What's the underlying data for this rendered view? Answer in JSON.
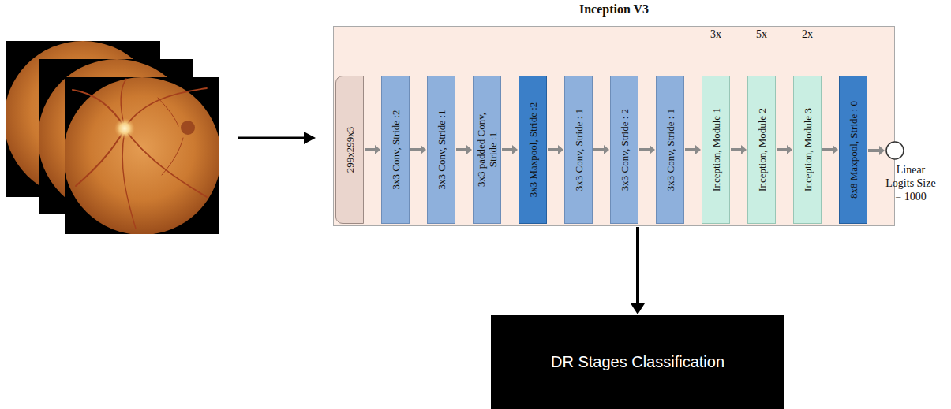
{
  "diagram": {
    "nodes": [
      {
        "text": [
          "Inception V3"
        ]
      },
      {
        "text": [
          "299x299x3"
        ],
        "in": 0
      },
      {
        "text": [
          "3x3 Conv, Stride :2"
        ],
        "in": 0
      },
      {
        "text": [
          "3x3 Conv, Stride :1"
        ],
        "in": 0
      },
      {
        "text": [
          "3x3 padded Conv, Stride :1"
        ],
        "in": 0
      },
      {
        "text": [
          "3x3 Maxpool, Stride :2"
        ],
        "in": 0
      },
      {
        "text": [
          "3x3 Conv, Stride : 1"
        ],
        "in": 0
      },
      {
        "text": [
          "3x3 Conv, Stride : 2"
        ],
        "in": 0
      },
      {
        "text": [
          "3x3 Conv, Stride : 1"
        ],
        "in": 0
      },
      {
        "text": [
          "Inception, Module 1"
        ],
        "in": 0
      },
      {
        "text": [
          "Inception, Module 2"
        ],
        "in": 0
      },
      {
        "text": [
          "Inception, Module 3"
        ],
        "in": 0
      },
      {
        "text": [
          "8x8 Maxpool, Stride : 0"
        ],
        "in": 0
      },
      {
        "text": [
          "Linear Logits Size = 1000"
        ]
      },
      {
        "text": [
          "DR Stages Classification"
        ]
      }
    ],
    "edges": [
      {
        "from": 1,
        "to": 2,
        "arrow": "to"
      },
      {
        "from": 2,
        "to": 3,
        "arrow": "to"
      },
      {
        "from": 3,
        "to": 4,
        "arrow": "to"
      },
      {
        "from": 4,
        "to": 5,
        "arrow": "to"
      },
      {
        "from": 5,
        "to": 6,
        "arrow": "to"
      },
      {
        "from": 6,
        "to": 7,
        "arrow": "to"
      },
      {
        "from": 7,
        "to": 8,
        "arrow": "to"
      },
      {
        "from": 8,
        "to": 9,
        "arrow": "to"
      },
      {
        "from": 9,
        "to": 10,
        "arrow": "to"
      },
      {
        "from": 10,
        "to": 11,
        "arrow": "to"
      },
      {
        "from": 11,
        "to": 12,
        "arrow": "to"
      },
      {
        "from": 12,
        "to": 13,
        "arrow": "to"
      },
      {
        "from": 0,
        "to": 14,
        "arrow": "to"
      }
    ],
    "labels": [
      "3x",
      "5x",
      "2x"
    ]
  }
}
